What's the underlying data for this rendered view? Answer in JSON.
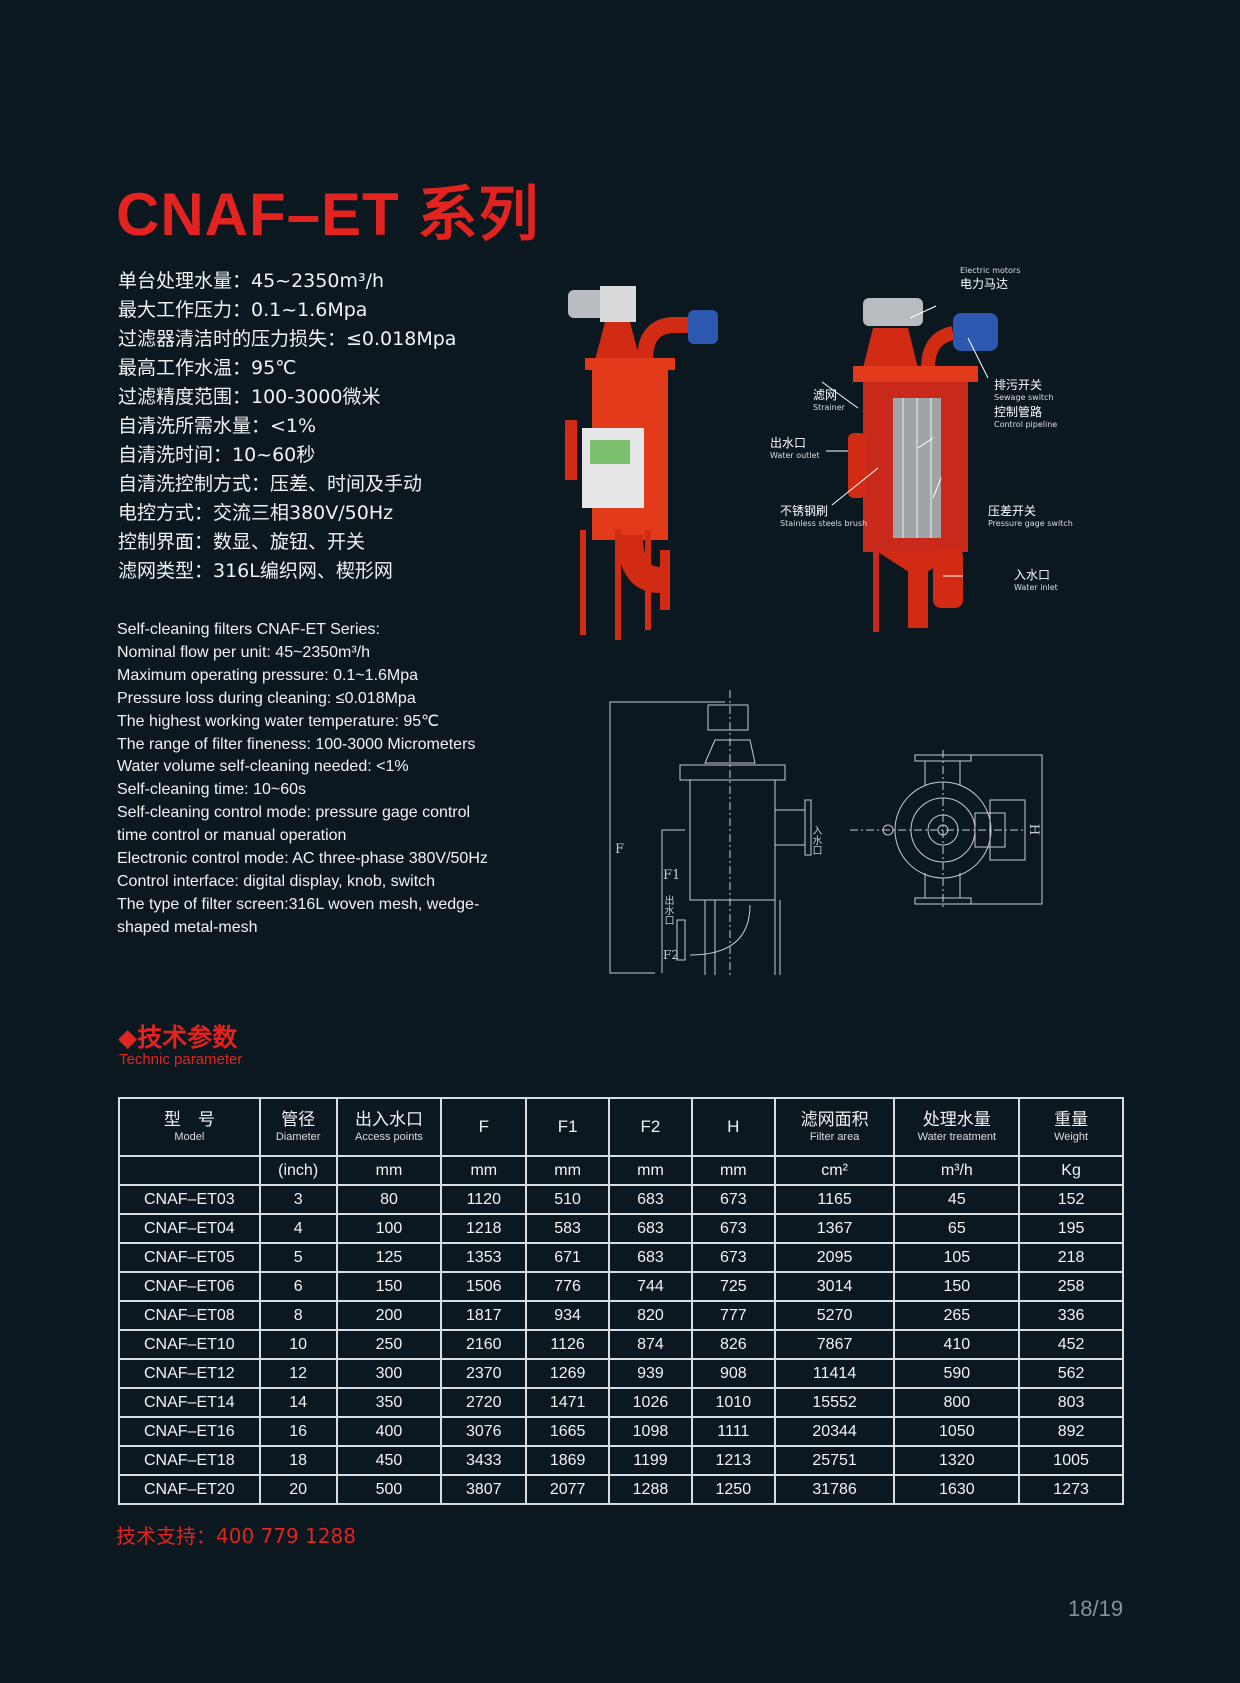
{
  "title": "CNAF–ET 系列",
  "cn_specs": [
    "单台处理水量：45~2350m³/h",
    "最大工作压力：0.1~1.6Mpa",
    "过滤器清洁时的压力损失：≤0.018Mpa",
    "最高工作水温：95℃",
    "过滤精度范围：100-3000微米",
    "自清洗所需水量：<1%",
    "自清洗时间：10~60秒",
    "自清洗控制方式：压差、时间及手动",
    "电控方式：交流三相380V/50Hz",
    "控制界面：数显、旋钮、开关",
    "滤网类型：316L编织网、楔形网"
  ],
  "en_specs": [
    "Self-cleaning filters CNAF-ET Series:",
    "Nominal flow per unit: 45~2350m³/h",
    "Maximum operating pressure: 0.1~1.6Mpa",
    "Pressure loss during cleaning: ≤0.018Mpa",
    "The highest working water temperature: 95℃",
    "The range of filter fineness: 100-3000 Micrometers",
    "Water volume self-cleaning needed: <1%",
    "Self-cleaning time: 10~60s",
    "Self-cleaning control mode: pressure gage control",
    "time control or manual operation",
    "Electronic control mode: AC three-phase 380V/50Hz",
    "Control interface: digital display, knob, switch",
    "The type of filter screen:316L woven mesh, wedge-",
    "shaped metal-mesh"
  ],
  "diagram_labels": {
    "motor": {
      "cn": "电力马达",
      "en": "Electric motors"
    },
    "sewage": {
      "cn": "排污开关",
      "en": "Sewage switch"
    },
    "pipeline": {
      "cn": "控制管路",
      "en": "Control pipeline"
    },
    "strainer": {
      "cn": "滤网",
      "en": "Strainer"
    },
    "outlet": {
      "cn": "出水口",
      "en": "Water outlet"
    },
    "brush": {
      "cn": "不锈钢刷",
      "en": "Stainless steels brush"
    },
    "pressure": {
      "cn": "压差开关",
      "en": "Pressure gage switch"
    },
    "inlet": {
      "cn": "入水口",
      "en": "Water inlet"
    }
  },
  "drawing_labels": {
    "F": "F",
    "F1": "F1",
    "F2": "F2",
    "H": "H",
    "inlet": "入水口",
    "outlet": "出水口"
  },
  "section": {
    "title": "◆技术参数",
    "subtitle": "Technic parameter"
  },
  "table": {
    "headers": [
      {
        "cn": "型　号",
        "en": "Model"
      },
      {
        "cn": "管径",
        "en": "Diameter"
      },
      {
        "cn": "出入水口",
        "en": "Access points"
      },
      {
        "cn": "F",
        "en": ""
      },
      {
        "cn": "F1",
        "en": ""
      },
      {
        "cn": "F2",
        "en": ""
      },
      {
        "cn": "H",
        "en": ""
      },
      {
        "cn": "滤网面积",
        "en": "Filter area"
      },
      {
        "cn": "处理水量",
        "en": "Water treatment"
      },
      {
        "cn": "重量",
        "en": "Weight"
      }
    ],
    "units": [
      "",
      "(inch)",
      "mm",
      "mm",
      "mm",
      "mm",
      "mm",
      "cm²",
      "m³/h",
      "Kg"
    ],
    "rows": [
      [
        "CNAF–ET03",
        "3",
        "80",
        "1120",
        "510",
        "683",
        "673",
        "1165",
        "45",
        "152"
      ],
      [
        "CNAF–ET04",
        "4",
        "100",
        "1218",
        "583",
        "683",
        "673",
        "1367",
        "65",
        "195"
      ],
      [
        "CNAF–ET05",
        "5",
        "125",
        "1353",
        "671",
        "683",
        "673",
        "2095",
        "105",
        "218"
      ],
      [
        "CNAF–ET06",
        "6",
        "150",
        "1506",
        "776",
        "744",
        "725",
        "3014",
        "150",
        "258"
      ],
      [
        "CNAF–ET08",
        "8",
        "200",
        "1817",
        "934",
        "820",
        "777",
        "5270",
        "265",
        "336"
      ],
      [
        "CNAF–ET10",
        "10",
        "250",
        "2160",
        "1126",
        "874",
        "826",
        "7867",
        "410",
        "452"
      ],
      [
        "CNAF–ET12",
        "12",
        "300",
        "2370",
        "1269",
        "939",
        "908",
        "11414",
        "590",
        "562"
      ],
      [
        "CNAF–ET14",
        "14",
        "350",
        "2720",
        "1471",
        "1026",
        "1010",
        "15552",
        "800",
        "803"
      ],
      [
        "CNAF–ET16",
        "16",
        "400",
        "3076",
        "1665",
        "1098",
        "1111",
        "20344",
        "1050",
        "892"
      ],
      [
        "CNAF–ET18",
        "18",
        "450",
        "3433",
        "1869",
        "1199",
        "1213",
        "25751",
        "1320",
        "1005"
      ],
      [
        "CNAF–ET20",
        "20",
        "500",
        "3807",
        "2077",
        "1288",
        "1250",
        "31786",
        "1630",
        "1273"
      ]
    ]
  },
  "support": "技术支持：400 779 1288",
  "page": "18/19",
  "colors": {
    "accent": "#e3231f",
    "background": "#0b1820"
  }
}
